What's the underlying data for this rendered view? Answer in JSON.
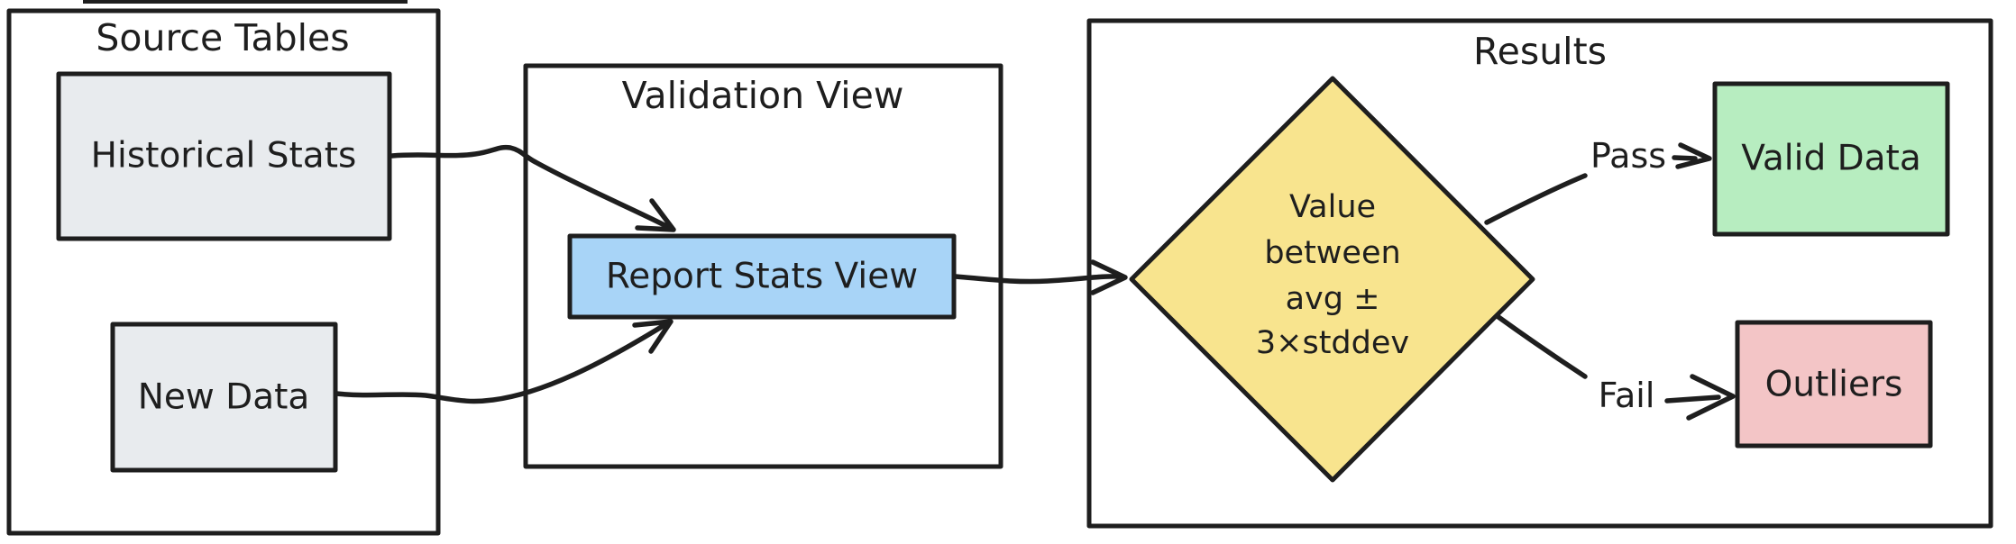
{
  "diagram": {
    "containers": {
      "source_tables": {
        "title": "Source Tables"
      },
      "validation_view": {
        "title": "Validation View"
      },
      "results": {
        "title": "Results"
      }
    },
    "nodes": {
      "historical_stats": {
        "label": "Historical Stats",
        "fill": "#e8ebee"
      },
      "new_data": {
        "label": "New Data",
        "fill": "#e8ebee"
      },
      "report_stats_view": {
        "label": "Report Stats View",
        "fill": "#a8d4f7"
      },
      "decision": {
        "label_lines": [
          "Value",
          "between",
          "avg ±",
          "3×stddev"
        ],
        "fill": "#f8e48e"
      },
      "valid_data": {
        "label": "Valid Data",
        "fill": "#b7edc0"
      },
      "outliers": {
        "label": "Outliers",
        "fill": "#f3c5c6"
      }
    },
    "edges": {
      "pass_label": "Pass",
      "fail_label": "Fail"
    },
    "colors": {
      "stroke": "#1e1e1e",
      "background": "#ffffff"
    }
  }
}
